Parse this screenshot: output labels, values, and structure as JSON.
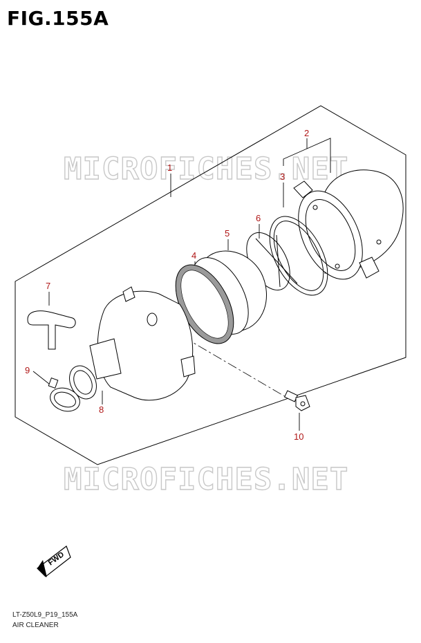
{
  "figure_title": "FIG.155A",
  "watermark_text": "MICROFICHES.NET",
  "fwd_label": "FWD",
  "footer": {
    "code": "LT-Z50L9_P19_155A",
    "name": "AIR CLEANER"
  },
  "callouts": [
    "1",
    "2",
    "3",
    "4",
    "5",
    "6",
    "7",
    "8",
    "9",
    "10"
  ],
  "colors": {
    "callout": "#b01616",
    "line": "#000000",
    "watermark": "#c8c8c8"
  }
}
